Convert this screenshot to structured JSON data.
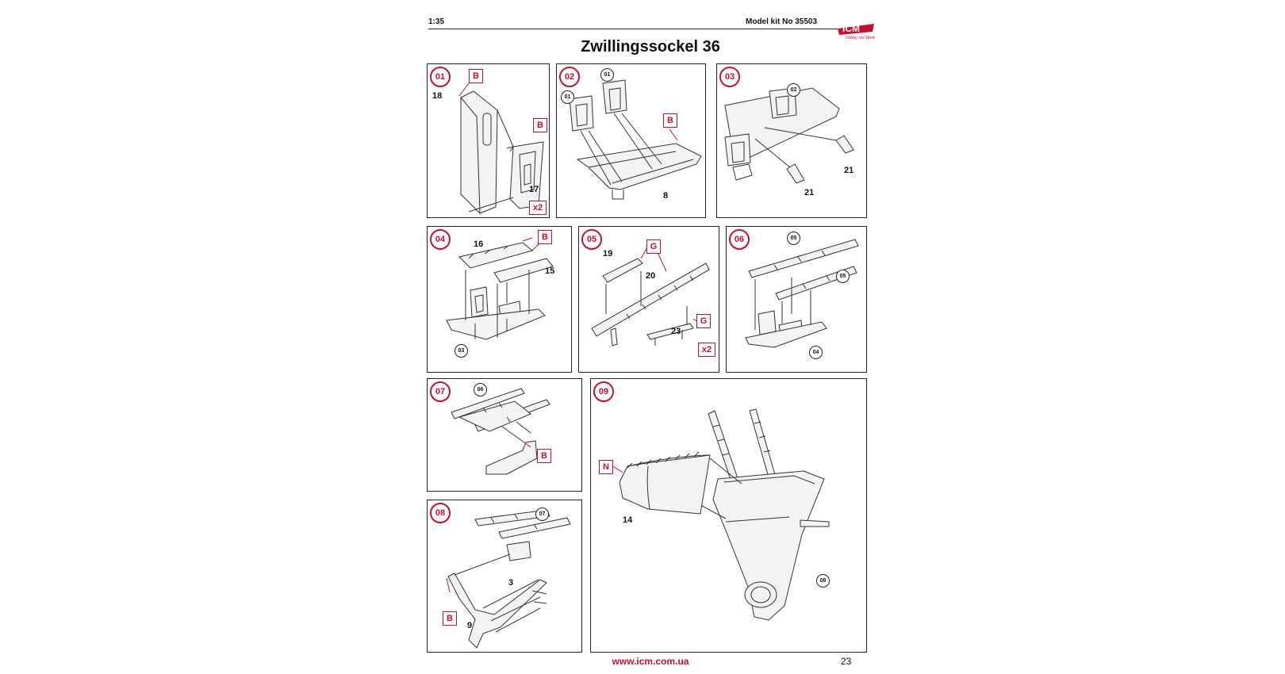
{
  "header": {
    "scale": "1:35",
    "kit": "Model kit No 35503",
    "logo_text": "ICM"
  },
  "title": "Zwillingssockel 36",
  "footer": {
    "url": "www.icm.com.ua",
    "page": "23"
  },
  "icons": {
    "logo": "icm-logo-icon",
    "arrow": "assembly-arrow-icon"
  },
  "colors": {
    "accent": "#c8102e",
    "line": "#222222"
  },
  "steps": [
    {
      "num": "01",
      "sprues": [
        "B",
        "B"
      ],
      "parts": [
        "18",
        "17"
      ],
      "multiplier": "x2"
    },
    {
      "num": "02",
      "refs": [
        "01",
        "01"
      ],
      "sprues": [
        "B"
      ],
      "parts": [
        "8"
      ]
    },
    {
      "num": "03",
      "refs": [
        "02"
      ],
      "parts": [
        "21",
        "21"
      ]
    },
    {
      "num": "04",
      "sprues": [
        "B"
      ],
      "parts": [
        "16",
        "15"
      ],
      "refs": [
        "03"
      ]
    },
    {
      "num": "05",
      "sprues": [
        "G",
        "G"
      ],
      "parts": [
        "19",
        "20",
        "23"
      ],
      "multiplier": "x2"
    },
    {
      "num": "06",
      "refs": [
        "05",
        "05",
        "04"
      ]
    },
    {
      "num": "07",
      "refs": [
        "06"
      ],
      "sprues": [
        "B"
      ]
    },
    {
      "num": "08",
      "refs": [
        "07"
      ],
      "parts": [
        "3",
        "9"
      ],
      "sprues": [
        "B"
      ]
    },
    {
      "num": "09",
      "sprues": [
        "N"
      ],
      "parts": [
        "14"
      ],
      "refs": [
        "08"
      ]
    }
  ]
}
